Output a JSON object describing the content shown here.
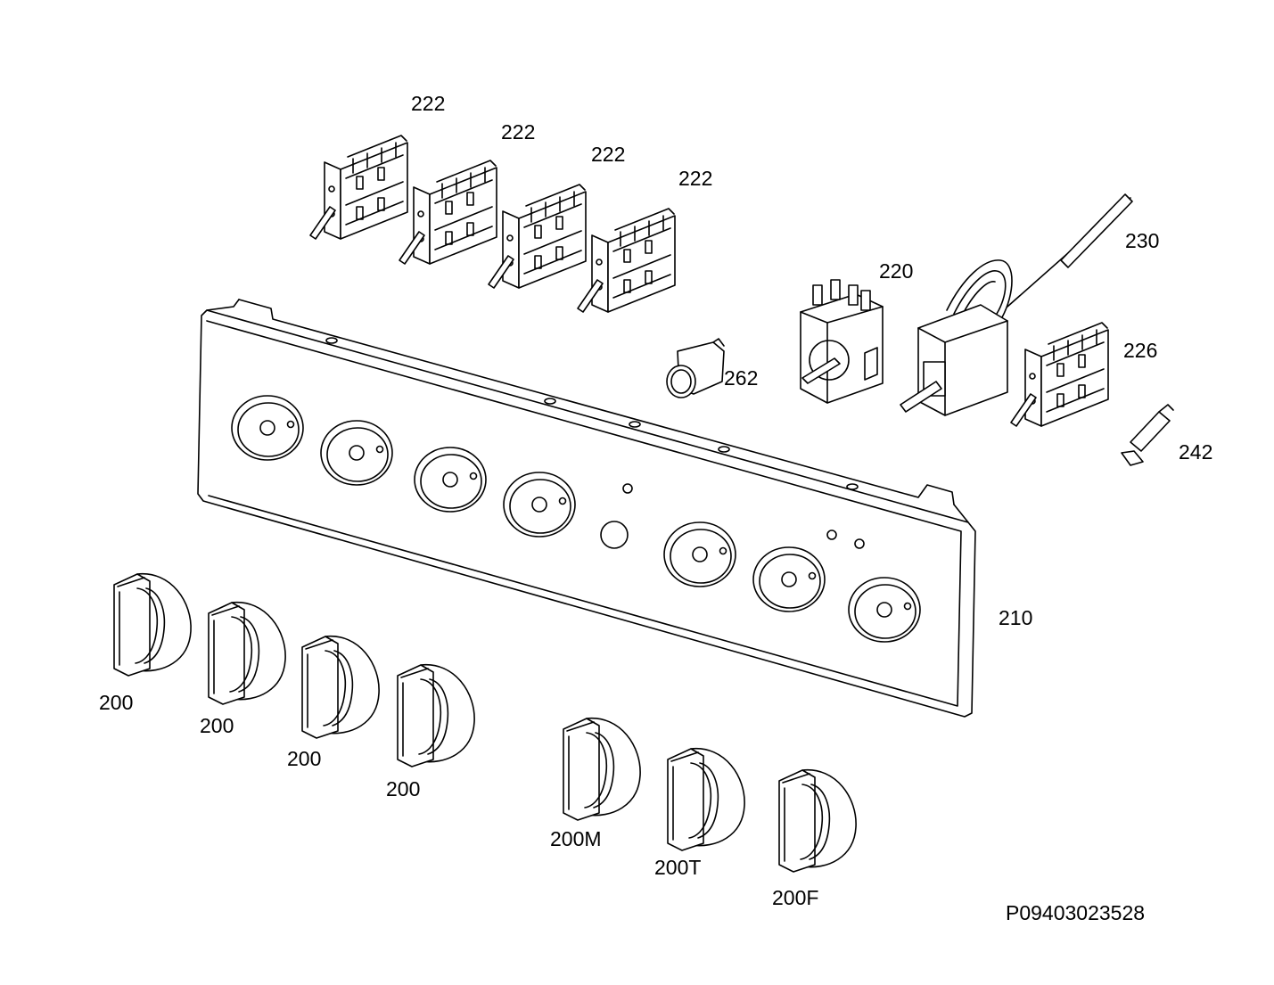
{
  "diagram": {
    "part_labels": {
      "switch_1": "222",
      "switch_2": "222",
      "switch_3": "222",
      "switch_4": "222",
      "thermostat_capillary": "230",
      "regulator": "220",
      "switch_oven": "226",
      "pilot_lamp": "262",
      "thermal_fuse": "242",
      "control_panel": "210",
      "knob_1": "200",
      "knob_2": "200",
      "knob_3": "200",
      "knob_4": "200",
      "knob_m": "200M",
      "knob_t": "200T",
      "knob_f": "200F"
    },
    "drawing_number": "P09403023528"
  }
}
